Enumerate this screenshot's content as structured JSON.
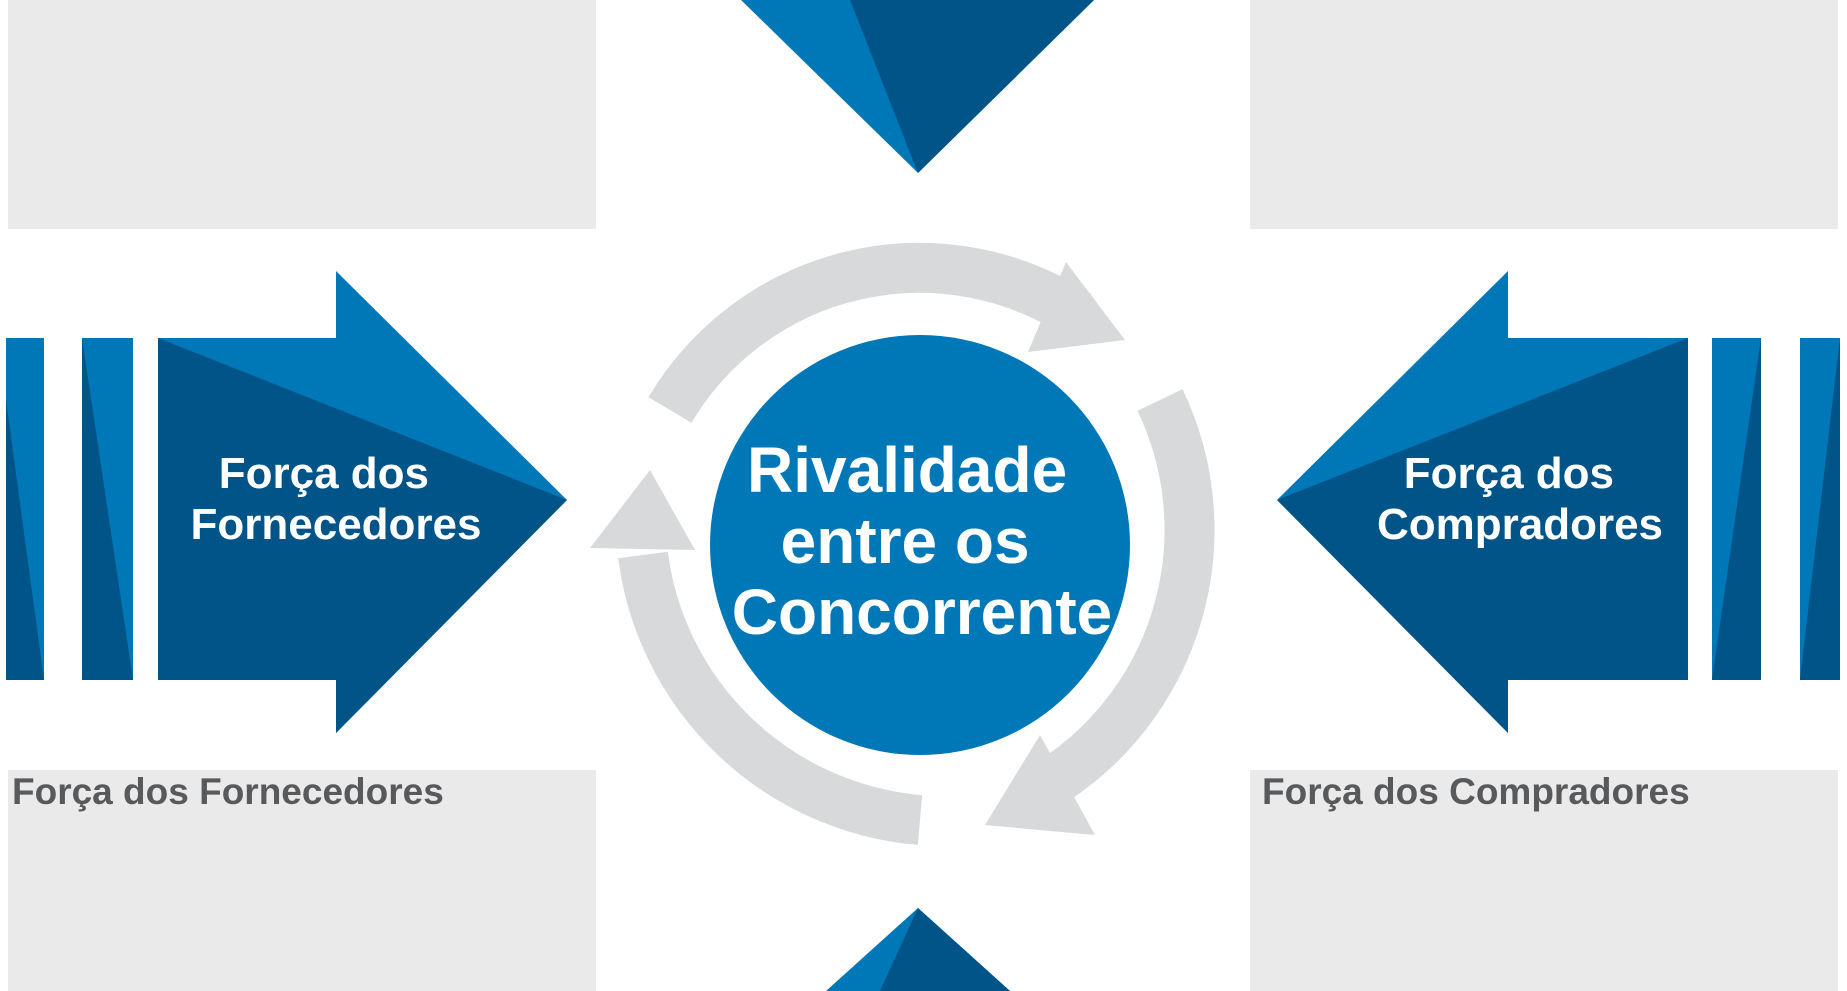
{
  "diagram": {
    "center": {
      "lines": [
        "Rivalidade",
        "entre os",
        "Concorrente"
      ]
    },
    "left_arrow": {
      "lines": [
        "Força dos",
        "Fornecedores"
      ]
    },
    "right_arrow": {
      "lines": [
        "Força dos",
        "Compradores"
      ]
    },
    "captions": {
      "bottom_left": "Força dos Fornecedores",
      "bottom_right": "Força dos Compradores"
    },
    "colors": {
      "primary_blue": "#0077b6",
      "dark_blue": "#005487",
      "panel_gray": "#ebeaeb",
      "ring_gray": "#d8d9db",
      "caption_text": "#58595b",
      "label_text": "#ffffff"
    }
  }
}
